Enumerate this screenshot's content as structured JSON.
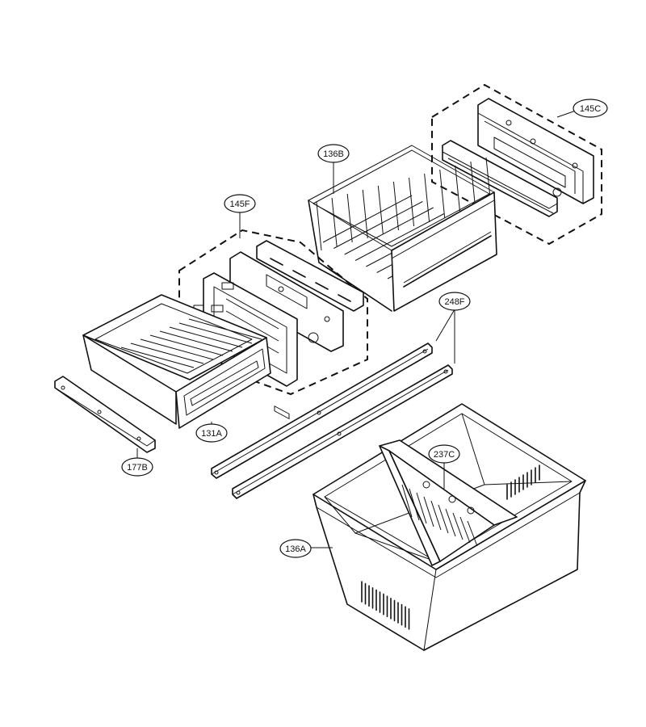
{
  "callouts": [
    {
      "id": "c145C",
      "text": "145C"
    },
    {
      "id": "c136B",
      "text": "136B"
    },
    {
      "id": "c145F",
      "text": "145F"
    },
    {
      "id": "c248F",
      "text": "248F"
    },
    {
      "id": "c131A",
      "text": "131A"
    },
    {
      "id": "c177B",
      "text": "177B"
    },
    {
      "id": "c237C",
      "text": "237C"
    },
    {
      "id": "c136A",
      "text": "136A"
    }
  ],
  "colors": {
    "line": "#111111",
    "background": "#ffffff"
  }
}
